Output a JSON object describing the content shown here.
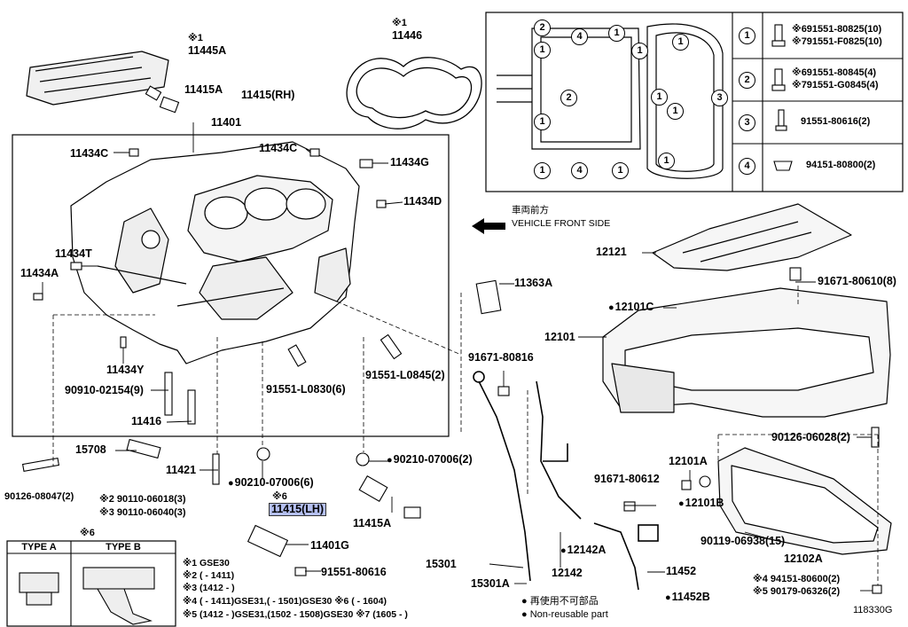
{
  "diagram_code": "118330G",
  "legend": {
    "direction": {
      "line1": "車両前方",
      "line2": "VEHICLE FRONT SIDE"
    },
    "non_reusable": {
      "line1": "● 再使用不可部品",
      "line2": "● Non-reusable part"
    }
  },
  "parts": {
    "p11445A_note": "※1",
    "p11445A": "11445A",
    "p11446_note": "※1",
    "p11446": "11446",
    "p11415A_top": "11415A",
    "p11415RH": "11415(RH)",
    "p11401": "11401",
    "p11434C_left": "11434C",
    "p11434C_mid": "11434C",
    "p11434G": "11434G",
    "p11434D": "11434D",
    "p11434T": "11434T",
    "p11434A": "11434A",
    "p11434Y": "11434Y",
    "p90910": "90910-02154(9)",
    "p11416": "11416",
    "p91551_L0830": "91551-L0830(6)",
    "p91551_L0845": "91551-L0845(2)",
    "p91671_80816": "91671-80816",
    "p11363A": "11363A",
    "p15708": "15708",
    "p90126_08047": "90126-08047(2)",
    "p11421": "11421",
    "p90110_06018": "※2 90110-06018(3)",
    "p90110_06040": "※3 90110-06040(3)",
    "p90210_L": "90210-07006(6)",
    "p90210_R": "90210-07006(2)",
    "p11415LH_note": "※6",
    "p11415LH": "11415(LH)",
    "p11415A_low": "11415A",
    "p11401G": "11401G",
    "p91551_80616": "91551-80616",
    "p12121": "12121",
    "p91671_80610": "91671-80610(8)",
    "p12101C": "12101C",
    "p12101": "12101",
    "p90126_06028": "90126-06028(2)",
    "p12101A": "12101A",
    "p12101B": "12101B",
    "p91671_80612": "91671-80612",
    "p12142A": "12142A",
    "p12142": "12142",
    "p15301": "15301",
    "p15301A": "15301A",
    "p11452": "11452",
    "p11452B": "11452B",
    "p90119_06938": "90119-06938(15)",
    "p12102A": "12102A",
    "p94151_80600": "※4 94151-80600(2)",
    "p90179_06326": "※5 90179-06326(2)"
  },
  "bolt_key": [
    {
      "num": "1",
      "lines": [
        "※691551-80825(10)",
        "※791551-F0825(10)"
      ]
    },
    {
      "num": "2",
      "lines": [
        "※691551-80845(4)",
        "※791551-G0845(4)"
      ]
    },
    {
      "num": "3",
      "lines": [
        "91551-80616(2)"
      ]
    },
    {
      "num": "4",
      "lines": [
        "94151-80800(2)"
      ]
    }
  ],
  "detail_callouts": [
    "2",
    "1",
    "1",
    "4",
    "1",
    "2",
    "1",
    "1",
    "3",
    "1",
    "4",
    "1",
    "1",
    "1",
    "1"
  ],
  "type_box": {
    "note": "※6",
    "type_a": "TYPE A",
    "type_b": "TYPE B"
  },
  "applicability": {
    "line1": "※1 GSE30",
    "line2": "※2 (      -  1411)",
    "line3": "※3 (1412 -      )",
    "line4": "※4 (      -  1411)GSE31,(      -  1501)GSE30 ※6 (      -  1604)",
    "line5": "※5 (1412 -      )GSE31,(1502 -  1508)GSE30 ※7 (1605 -      )"
  }
}
